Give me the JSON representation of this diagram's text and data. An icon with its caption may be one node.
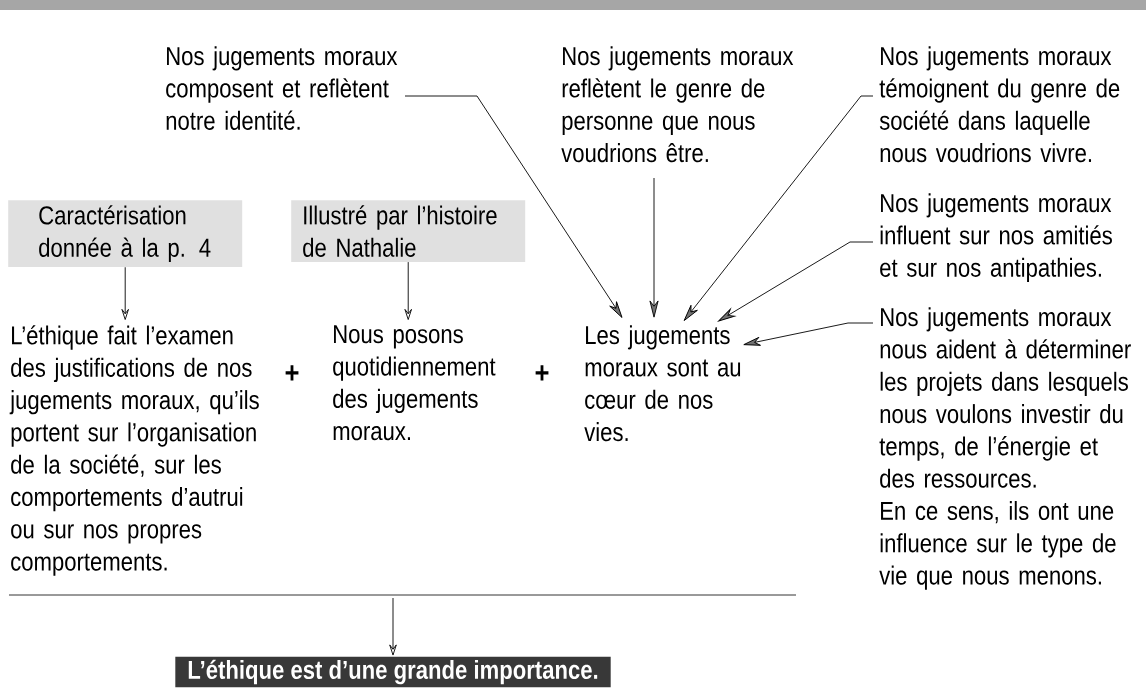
{
  "diagram": {
    "nodes": [
      {
        "text": [
          "Nos jugements moraux composent et reflètent notre identité."
        ]
      },
      {
        "text": [
          "Nos jugements moraux reflètent le genre de personne que nous voudrions être."
        ]
      },
      {
        "text": [
          "Nos jugements moraux témoignent du genre de société dans laquelle nous voudrions vivre."
        ]
      },
      {
        "text": [
          "Nos jugements moraux influent sur nos amitiés et sur nos antipathies."
        ]
      },
      {
        "text": [
          "Nos jugements moraux nous aident à déterminer les projets dans lesquels nous voulons investir du temps, de l’énergie et des ressources.",
          "En ce sens, ils ont une influence sur le type de vie que nous menons."
        ]
      },
      {
        "text": [
          "Caractérisation donnée à la p. 4"
        ]
      },
      {
        "text": [
          "Illustré par l’histoire de Nathalie"
        ]
      },
      {
        "text": [
          "L’éthique fait l’examen des justifications de nos jugements moraux, qu’ils portent sur l’organisation de la société, sur les comportements d’autrui ou sur nos propres comportements."
        ]
      },
      {
        "text": [
          "Nous posons quotidiennement des jugements moraux."
        ]
      },
      {
        "text": [
          "Les jugements moraux sont au cœur de nos vies."
        ]
      },
      {
        "text": [
          "L’éthique est d’une grande importance."
        ]
      }
    ],
    "edges": [
      {
        "from": 5,
        "to": 7,
        "arrow": "to"
      },
      {
        "from": 6,
        "to": 8,
        "arrow": "to"
      },
      {
        "from": 0,
        "to": 9,
        "arrow": "to"
      },
      {
        "from": 1,
        "to": 9,
        "arrow": "to"
      },
      {
        "from": 2,
        "to": 9,
        "arrow": "to"
      },
      {
        "from": 3,
        "to": 9,
        "arrow": "to"
      },
      {
        "from": 4,
        "to": 9,
        "arrow": "to"
      },
      {
        "from": null,
        "to": 10,
        "arrow": "to"
      }
    ],
    "labels": [
      "+",
      "+"
    ]
  }
}
